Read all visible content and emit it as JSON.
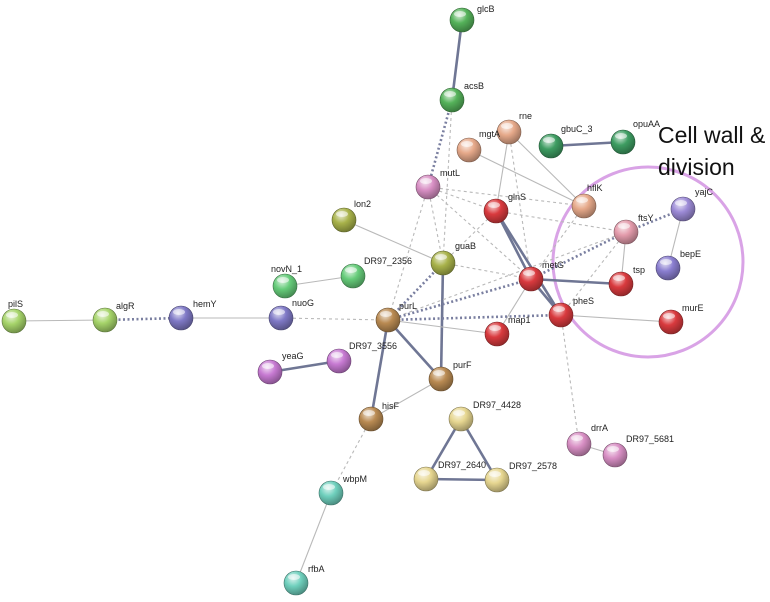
{
  "annotation": {
    "line1": "Cell wall &",
    "line2": "division"
  },
  "colors": {
    "cluster_ring": "#d9a3e6",
    "edge_strong": "#6f7694",
    "edge_weak": "#b9b9b9",
    "edge_dotted": "#7a7fa0"
  },
  "nodes": [
    {
      "id": "glcB",
      "label": "glcB",
      "color": "#55b25a"
    },
    {
      "id": "acsB",
      "label": "acsB",
      "color": "#55b25a"
    },
    {
      "id": "rne",
      "label": "rne",
      "color": "#e6a98a"
    },
    {
      "id": "mgtA",
      "label": "mgtA",
      "color": "#e6a98a"
    },
    {
      "id": "gbuC_3",
      "label": "gbuC_3",
      "color": "#3e9d62"
    },
    {
      "id": "opuAA",
      "label": "opuAA",
      "color": "#3e9d62"
    },
    {
      "id": "mutL",
      "label": "mutL",
      "color": "#d88fc4"
    },
    {
      "id": "hflK",
      "label": "hflK",
      "color": "#e6a98a"
    },
    {
      "id": "glnS",
      "label": "glnS",
      "color": "#d93a3e"
    },
    {
      "id": "lon2",
      "label": "lon2",
      "color": "#a8b24a"
    },
    {
      "id": "ftsY",
      "label": "ftsY",
      "color": "#e39bab"
    },
    {
      "id": "yajC",
      "label": "yajC",
      "color": "#9c8ad6"
    },
    {
      "id": "guaB",
      "label": "guaB",
      "color": "#a8b24a"
    },
    {
      "id": "metG",
      "label": "metG",
      "color": "#d93a3e"
    },
    {
      "id": "bepE",
      "label": "bepE",
      "color": "#8a7ed0"
    },
    {
      "id": "DR97_2356",
      "label": "DR97_2356",
      "color": "#66cc7a"
    },
    {
      "id": "novN_1",
      "label": "novN_1",
      "color": "#66cc7a"
    },
    {
      "id": "tsp",
      "label": "tsp",
      "color": "#d93a3e"
    },
    {
      "id": "pheS",
      "label": "pheS",
      "color": "#d93a3e"
    },
    {
      "id": "pilS",
      "label": "pilS",
      "color": "#a6d46a"
    },
    {
      "id": "algR",
      "label": "algR",
      "color": "#a6d46a"
    },
    {
      "id": "hemY",
      "label": "hemY",
      "color": "#7f79c6"
    },
    {
      "id": "nuoG",
      "label": "nuoG",
      "color": "#7f79c6"
    },
    {
      "id": "purL",
      "label": "purL",
      "color": "#b98a52"
    },
    {
      "id": "map1",
      "label": "map1",
      "color": "#d93a3e"
    },
    {
      "id": "murE",
      "label": "murE",
      "color": "#d93a3e"
    },
    {
      "id": "yeaG",
      "label": "yeaG",
      "color": "#c77ad2"
    },
    {
      "id": "DR97_3556",
      "label": "DR97_3556",
      "color": "#c77ad2"
    },
    {
      "id": "purF",
      "label": "purF",
      "color": "#b98a52"
    },
    {
      "id": "DR97_4428",
      "label": "DR97_4428",
      "color": "#e6d690"
    },
    {
      "id": "hisF",
      "label": "hisF",
      "color": "#b98a52"
    },
    {
      "id": "drrA",
      "label": "drrA",
      "color": "#d88fc4"
    },
    {
      "id": "DR97_5681",
      "label": "DR97_5681",
      "color": "#d88fc4"
    },
    {
      "id": "DR97_2640",
      "label": "DR97_2640",
      "color": "#e6d690"
    },
    {
      "id": "DR97_2578",
      "label": "DR97_2578",
      "color": "#e6d690"
    },
    {
      "id": "wbpM",
      "label": "wbpM",
      "color": "#6fd0bd"
    },
    {
      "id": "rfbA",
      "label": "rfbA",
      "color": "#6fd0bd"
    }
  ],
  "edges": [
    {
      "a": "glcB",
      "b": "acsB",
      "style": "strong"
    },
    {
      "a": "acsB",
      "b": "mutL",
      "style": "dotted"
    },
    {
      "a": "acsB",
      "b": "guaB",
      "style": "dashed"
    },
    {
      "a": "gbuC_3",
      "b": "opuAA",
      "style": "strong"
    },
    {
      "a": "rne",
      "b": "hflK",
      "style": "weak"
    },
    {
      "a": "rne",
      "b": "metG",
      "style": "dashed"
    },
    {
      "a": "rne",
      "b": "glnS",
      "style": "weak"
    },
    {
      "a": "mgtA",
      "b": "hflK",
      "style": "weak"
    },
    {
      "a": "mutL",
      "b": "glnS",
      "style": "dashed"
    },
    {
      "a": "mutL",
      "b": "hflK",
      "style": "dashed"
    },
    {
      "a": "mutL",
      "b": "guaB",
      "style": "dashed"
    },
    {
      "a": "mutL",
      "b": "purL",
      "style": "dashed"
    },
    {
      "a": "mutL",
      "b": "metG",
      "style": "dashed"
    },
    {
      "a": "lon2",
      "b": "guaB",
      "style": "weak"
    },
    {
      "a": "guaB",
      "b": "purL",
      "style": "dotted"
    },
    {
      "a": "guaB",
      "b": "purF",
      "style": "strong"
    },
    {
      "a": "guaB",
      "b": "metG",
      "style": "dashed"
    },
    {
      "a": "guaB",
      "b": "glnS",
      "style": "dashed"
    },
    {
      "a": "glnS",
      "b": "metG",
      "style": "strong"
    },
    {
      "a": "glnS",
      "b": "pheS",
      "style": "strong"
    },
    {
      "a": "glnS",
      "b": "ftsY",
      "style": "dashed"
    },
    {
      "a": "hflK",
      "b": "metG",
      "style": "dashed"
    },
    {
      "a": "ftsY",
      "b": "yajC",
      "style": "dotted"
    },
    {
      "a": "yajC",
      "b": "bepE",
      "style": "weak"
    },
    {
      "a": "ftsY",
      "b": "tsp",
      "style": "weak"
    },
    {
      "a": "ftsY",
      "b": "metG",
      "style": "dotted"
    },
    {
      "a": "ftsY",
      "b": "pheS",
      "style": "dashed"
    },
    {
      "a": "ftsY",
      "b": "purL",
      "style": "dashed"
    },
    {
      "a": "metG",
      "b": "pheS",
      "style": "strong"
    },
    {
      "a": "metG",
      "b": "tsp",
      "style": "strong"
    },
    {
      "a": "metG",
      "b": "purL",
      "style": "dotted"
    },
    {
      "a": "metG",
      "b": "map1",
      "style": "weak"
    },
    {
      "a": "pheS",
      "b": "murE",
      "style": "weak"
    },
    {
      "a": "pheS",
      "b": "purL",
      "style": "dotted"
    },
    {
      "a": "pheS",
      "b": "drrA",
      "style": "dashed"
    },
    {
      "a": "DR97_2356",
      "b": "novN_1",
      "style": "weak"
    },
    {
      "a": "pilS",
      "b": "algR",
      "style": "weak"
    },
    {
      "a": "algR",
      "b": "hemY",
      "style": "dotted"
    },
    {
      "a": "hemY",
      "b": "nuoG",
      "style": "weak"
    },
    {
      "a": "nuoG",
      "b": "purL",
      "style": "dashed"
    },
    {
      "a": "purL",
      "b": "purF",
      "style": "strong"
    },
    {
      "a": "purL",
      "b": "hisF",
      "style": "strong"
    },
    {
      "a": "purL",
      "b": "map1",
      "style": "weak"
    },
    {
      "a": "purF",
      "b": "hisF",
      "style": "weak"
    },
    {
      "a": "yeaG",
      "b": "DR97_3556",
      "style": "strong"
    },
    {
      "a": "DR97_4428",
      "b": "DR97_2640",
      "style": "strong"
    },
    {
      "a": "DR97_4428",
      "b": "DR97_2578",
      "style": "strong"
    },
    {
      "a": "DR97_2640",
      "b": "DR97_2578",
      "style": "strong"
    },
    {
      "a": "drrA",
      "b": "DR97_5681",
      "style": "weak"
    },
    {
      "a": "hisF",
      "b": "wbpM",
      "style": "dashed"
    },
    {
      "a": "wbpM",
      "b": "rfbA",
      "style": "weak"
    }
  ]
}
